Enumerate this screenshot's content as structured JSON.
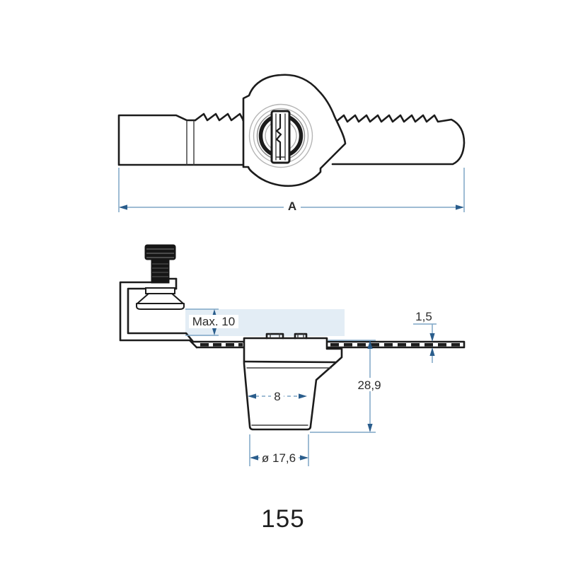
{
  "figure": {
    "kind": "technical-dimension-drawing",
    "views": {
      "top_view": "locking bar with serrated rack and lock cylinder",
      "section_view": "mounting bracket with adjustment stud, rail and cam cup"
    }
  },
  "dimensions": {
    "overall_length": "A",
    "max_clearance": "Max. 10",
    "plate_thickness": "1,5",
    "body_depth": "28,9",
    "cup_width": "8",
    "cup_diameter": "ø 17,6"
  },
  "caption": {
    "part_number": "155"
  },
  "colors": {
    "outline": "#1c1c1c",
    "dimension_line": "#7fa6c6",
    "dimension_arrow": "#2a5d8c",
    "dimension_text": "#2b2b2b",
    "highlight_band": "rgba(193,214,233,0.45)"
  }
}
